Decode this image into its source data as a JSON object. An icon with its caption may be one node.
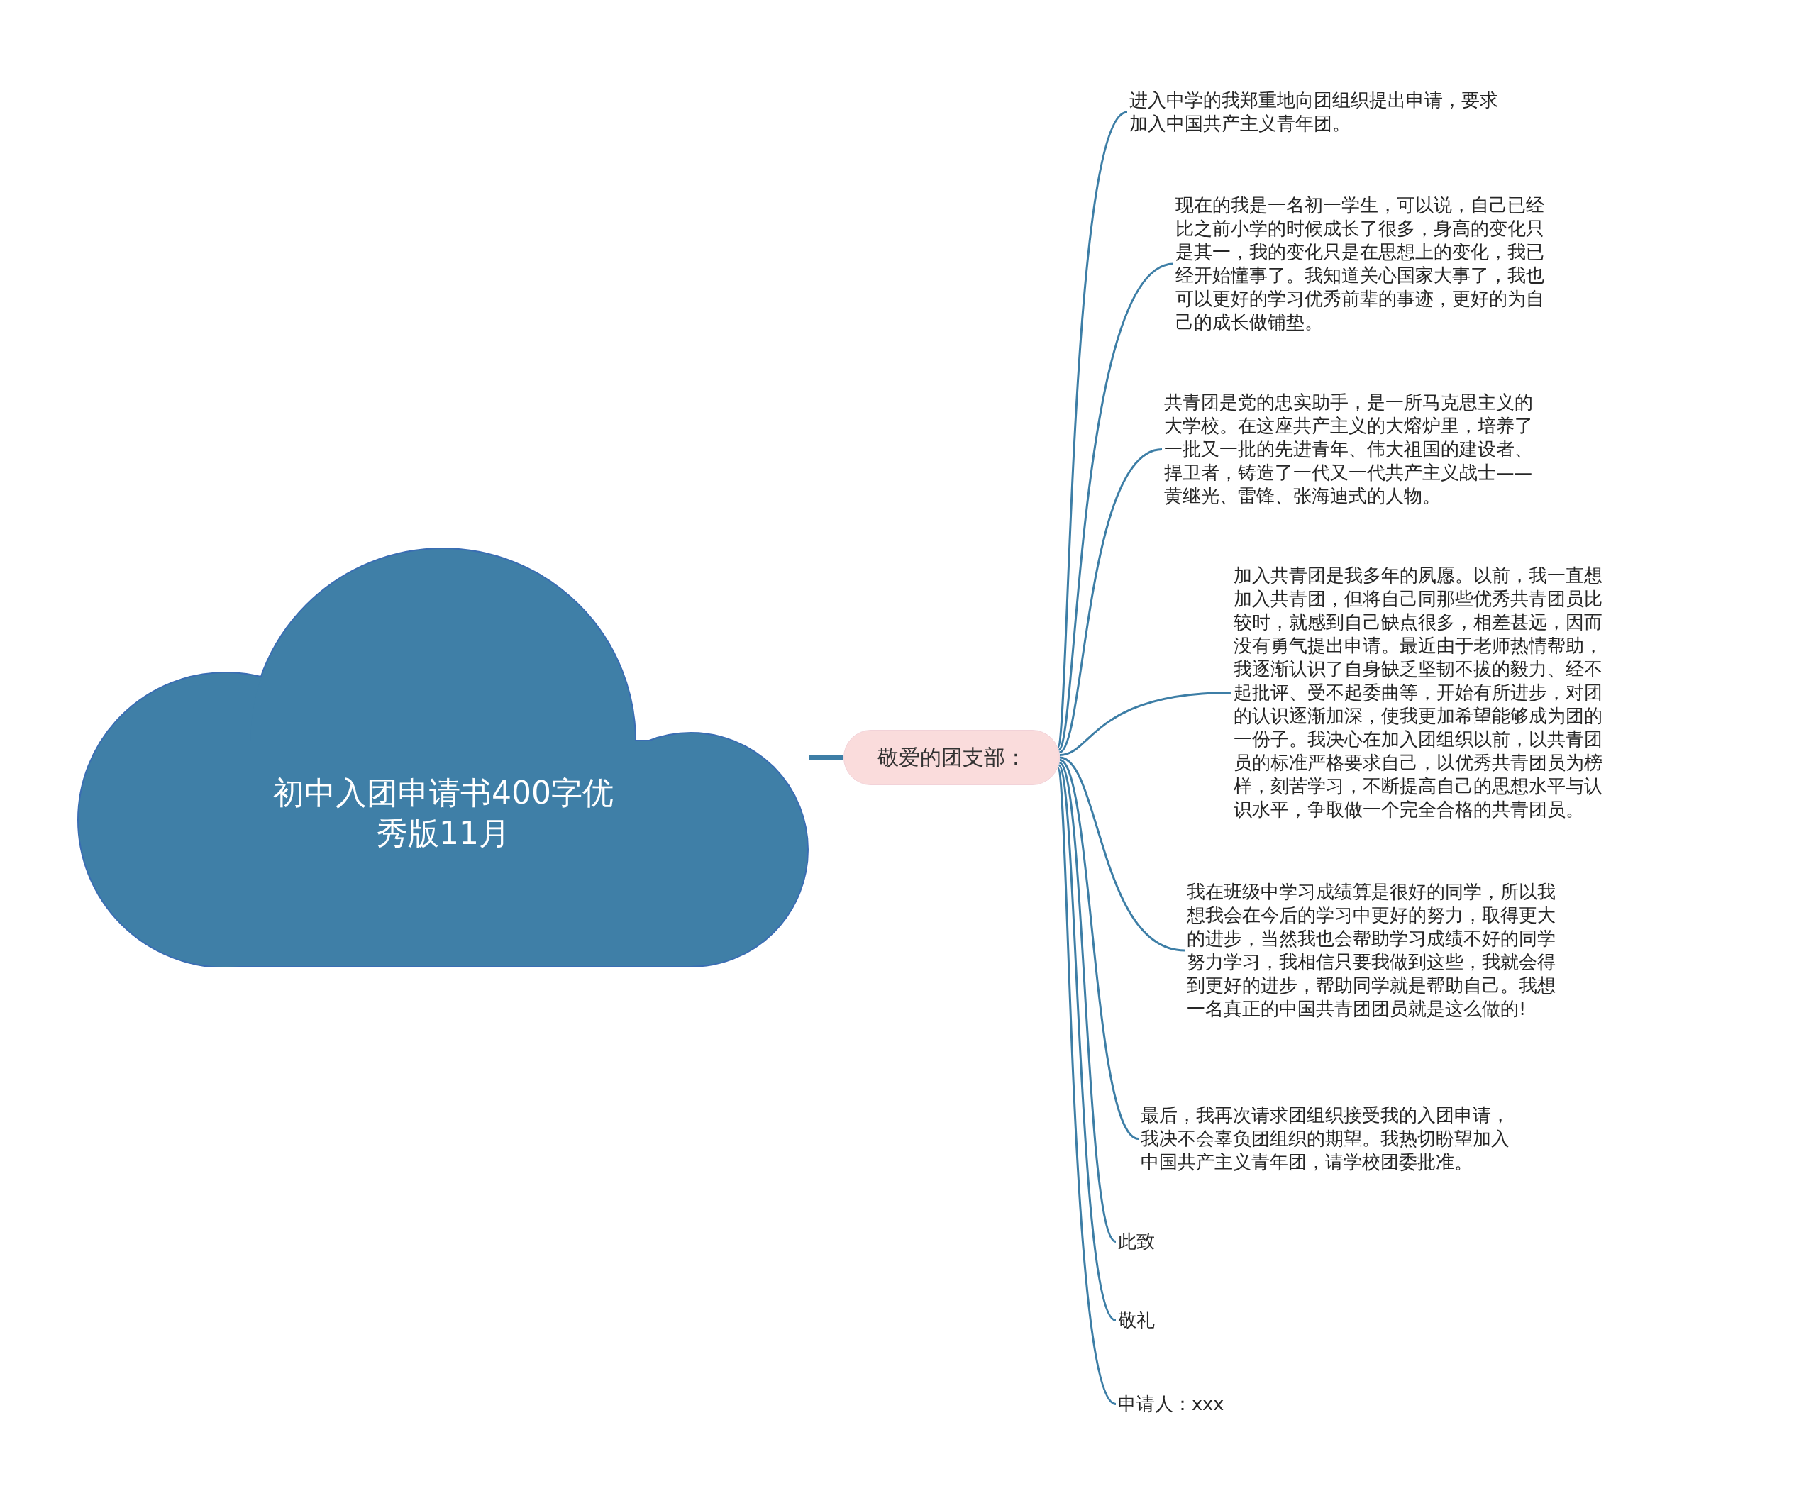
{
  "diagram": {
    "nodes": [
      {
        "text": [
          "初中入团申请书400字优秀版11月"
        ]
      },
      {
        "text": [
          "敬爱的团支部："
        ]
      },
      {
        "text": [
          "进入中学的我郑重地向团组织提出申请，要求加入中国共产主义青年团。"
        ]
      },
      {
        "text": [
          "现在的我是一名初一学生，可以说，自己已经比之前小学的时候成长了很多，身高的变化只是其一，我的变化只是在思想上的变化，我已经开始懂事了。我知道关心国家大事了，我也可以更好的学习优秀前辈的事迹，更好的为自己的成长做铺垫。"
        ]
      },
      {
        "text": [
          "共青团是党的忠实助手，是一所马克思主义的大学校。在这座共产主义的大熔炉里，培养了一批又一批的先进青年、伟大祖国的建设者、捍卫者，铸造了一代又一代共产主义战士——黄继光、雷锋、张海迪式的人物。"
        ]
      },
      {
        "text": [
          "加入共青团是我多年的夙愿。以前，我一直想加入共青团，但将自己同那些优秀共青团员比较时，就感到自己缺点很多，相差甚远，因而没有勇气提出申请。最近由于老师热情帮助，我逐渐认识了自身缺乏坚韧不拔的毅力、经不起批评、受不起委曲等，开始有所进步，对团的认识逐渐加深，使我更加希望能够成为团的一份子。我决心在加入团组织以前，以共青团员的标准严格要求自己，以优秀共青团员为榜样，刻苦学习，不断提高自己的思想水平与认识水平，争取做一个完全合格的共青团员。"
        ]
      },
      {
        "text": [
          "我在班级中学习成绩算是很好的同学，所以我想我会在今后的学习中更好的努力，取得更大的进步，当然我也会帮助学习成绩不好的同学努力学习，我相信只要我做到这些，我就会得到更好的进步，帮助同学就是帮助自己。我想一名真正的中国共青团团员就是这么做的!"
        ]
      },
      {
        "text": [
          "最后，我再次请求团组织接受我的入团申请，我决不会辜负团组织的期望。我热切盼望加入中国共产主义青年团，请学校团委批准。"
        ]
      },
      {
        "text": [
          "此致"
        ]
      },
      {
        "text": [
          "敬礼"
        ]
      },
      {
        "text": [
          "申请人：xxx"
        ]
      }
    ],
    "edges": [
      {
        "from": 0,
        "to": 1,
        "arrow": "none",
        "style": "thick"
      },
      {
        "from": 1,
        "to": 2,
        "arrow": "none"
      },
      {
        "from": 1,
        "to": 3,
        "arrow": "none"
      },
      {
        "from": 1,
        "to": 4,
        "arrow": "none"
      },
      {
        "from": 1,
        "to": 5,
        "arrow": "none"
      },
      {
        "from": 1,
        "to": 6,
        "arrow": "none"
      },
      {
        "from": 1,
        "to": 7,
        "arrow": "none"
      },
      {
        "from": 1,
        "to": 8,
        "arrow": "none"
      },
      {
        "from": 1,
        "to": 9,
        "arrow": "none"
      },
      {
        "from": 1,
        "to": 10,
        "arrow": "none"
      }
    ]
  }
}
